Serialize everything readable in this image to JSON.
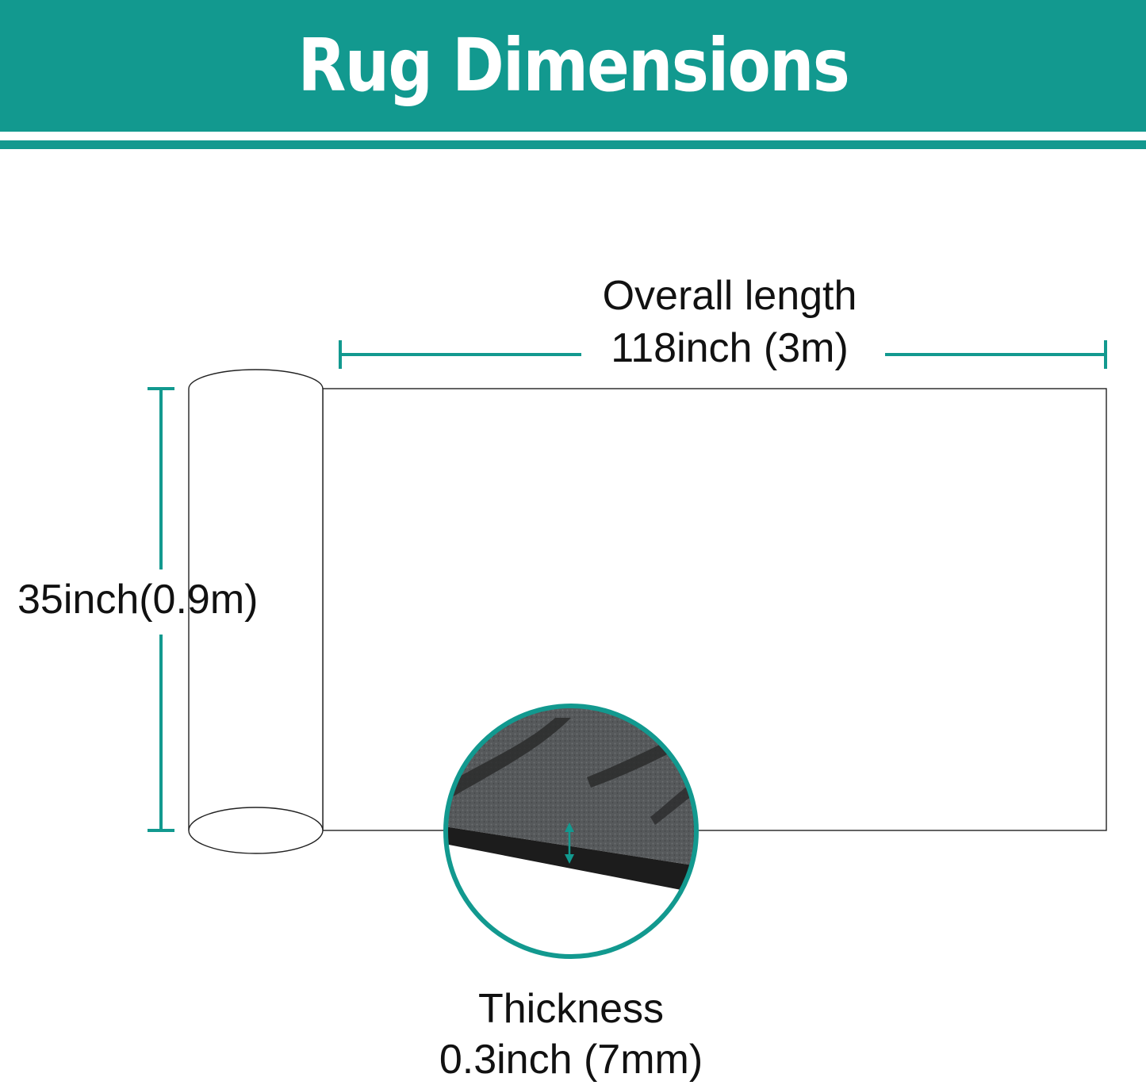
{
  "header": {
    "title": "Rug Dimensions"
  },
  "dimensions": {
    "length_label": "Overall length",
    "length_value": "118inch (3m)",
    "width_value": "35inch(0.9m)",
    "thickness_label": "Thickness",
    "thickness_value": "0.3inch (7mm)"
  },
  "colors": {
    "accent": "#12998f",
    "outline": "#222222",
    "rug_pile": "#55585a",
    "rug_base": "#1c1c1c",
    "background": "#ffffff"
  },
  "icons": {
    "thickness_arrow": "double-headed-arrow-icon"
  }
}
